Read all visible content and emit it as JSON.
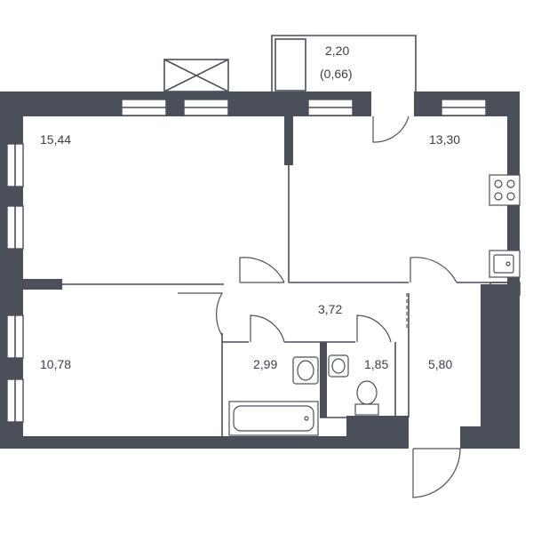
{
  "rooms": {
    "balcony": {
      "area": "2,20",
      "area_reduced": "(0,66)"
    },
    "living": {
      "area": "15,44"
    },
    "kitchen": {
      "area": "13,30"
    },
    "bedroom": {
      "area": "10,78"
    },
    "hall": {
      "area": "3,72"
    },
    "bathroom": {
      "area": "2,99"
    },
    "toilet": {
      "area": "1,85"
    },
    "corridor": {
      "area": "5,80"
    }
  },
  "colors": {
    "wall": "#4a4f5a",
    "background": "#ffffff"
  }
}
